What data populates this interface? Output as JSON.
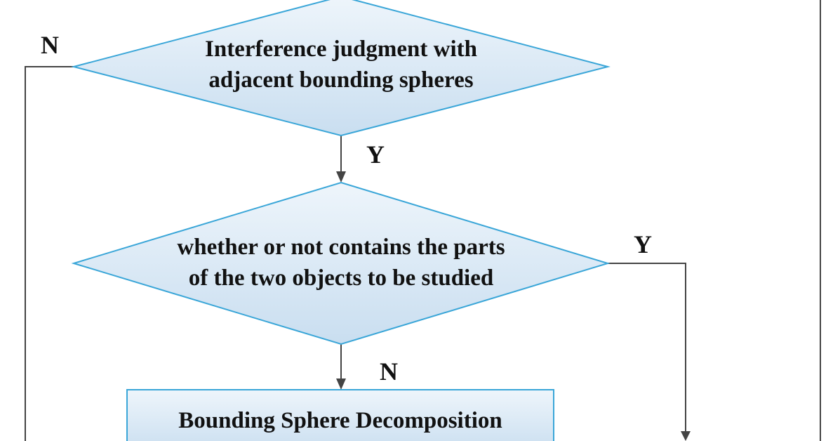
{
  "nodes": {
    "decision1": {
      "lines": [
        "Interference judgment with",
        "adjacent bounding spheres"
      ]
    },
    "decision2": {
      "lines": [
        "whether or not contains the parts",
        "of the two objects to be studied"
      ]
    },
    "process1": {
      "text": "Bounding Sphere Decomposition"
    }
  },
  "branches": {
    "decision1_no": "N",
    "decision1_yes": "Y",
    "decision2_yes": "Y",
    "decision2_no": "N"
  },
  "colors": {
    "shape_fill_top": "#eef5fb",
    "shape_fill_bottom": "#c9def0",
    "shape_border": "#3aa6d8",
    "connector": "#444444"
  }
}
